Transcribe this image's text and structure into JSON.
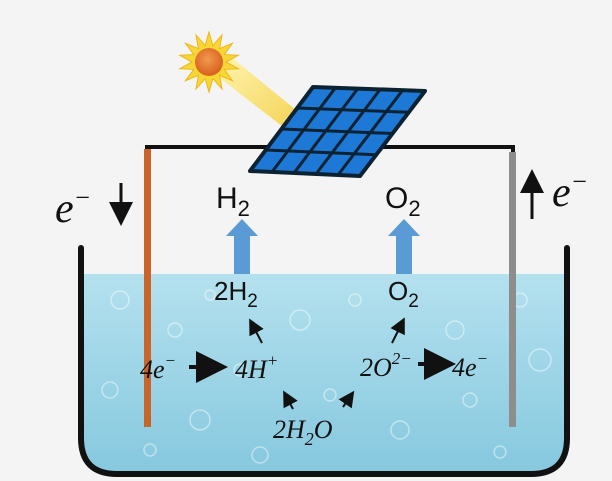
{
  "labels": {
    "electron_left": {
      "base": "e",
      "sup": "−"
    },
    "electron_right": {
      "base": "e",
      "sup": "−"
    },
    "h2_gas": {
      "base": "H",
      "sub": "2"
    },
    "o2_gas": {
      "base": "O",
      "sub": "2"
    },
    "h2_liquid": {
      "pre": "2H",
      "sub": "2"
    },
    "o2_liquid": {
      "base": "O",
      "sub": "2"
    },
    "electrons_4": {
      "pre": "4e",
      "sup": "−"
    },
    "protons_4": {
      "pre": "4H",
      "sup": "+"
    },
    "oxide_2": {
      "pre": "2O",
      "sup": "2−"
    },
    "electrons_4_right": {
      "pre": "4e",
      "sup": "−"
    },
    "water": {
      "pre": "2H",
      "sub": "2",
      "post": "O"
    }
  },
  "colors": {
    "background": "#f4f4f4",
    "water_top": "#a9dbe9",
    "water_bottom": "#7ec4dc",
    "container_stroke": "#111111",
    "wire": "#111111",
    "left_electrode": "#c8652a",
    "right_electrode": "#8d8d8d",
    "gas_arrow": "#5b9bd5",
    "solar_panel": "#1e78d6",
    "solar_grid": "#0b2233",
    "sun_core": "#e8742a",
    "sun_rays": "#f7d736"
  },
  "icons": {
    "sun": "sun-icon",
    "solar_panel": "solar-panel-icon"
  }
}
